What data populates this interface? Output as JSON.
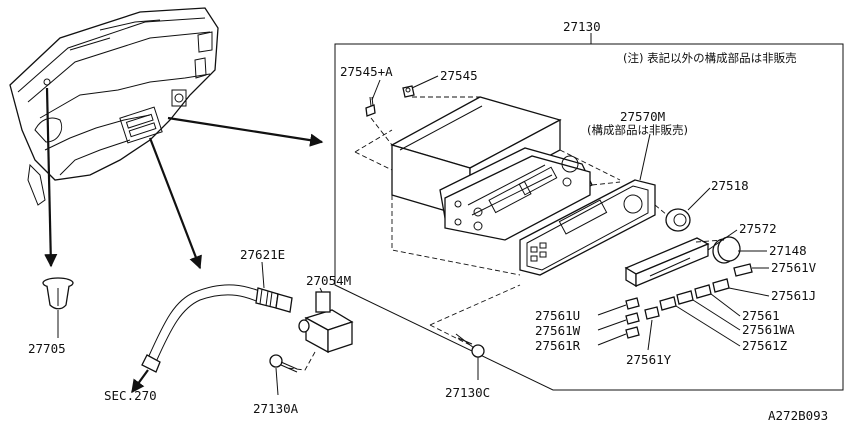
{
  "diagram_code": "A272B093",
  "note": "(注) 表記以外の構成部品は非販売",
  "sub_note": "(構成部品は非販売)",
  "parts": {
    "p27130": "27130",
    "p27545a": "27545+A",
    "p27545": "27545",
    "p27570m": "27570M",
    "p27518": "27518",
    "p27572": "27572",
    "p27148": "27148",
    "p27561v": "27561V",
    "p27561j": "27561J",
    "p27561u": "27561U",
    "p27561": "27561",
    "p27561w": "27561W",
    "p27561wa": "27561WA",
    "p27561r": "27561R",
    "p27561z": "27561Z",
    "p27561y": "27561Y",
    "p27621e": "27621E",
    "p27054m": "27054M",
    "p27705": "27705",
    "sec270": "SEC.270",
    "p27130a": "27130A",
    "p27130c": "27130C"
  }
}
